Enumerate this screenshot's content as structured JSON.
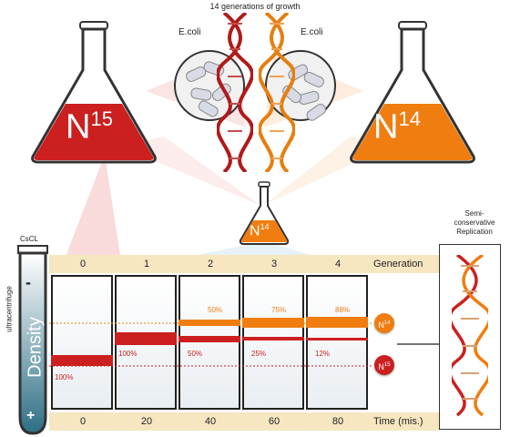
{
  "header": {
    "generations_title": "14 generations of growth"
  },
  "ecoli": {
    "left": "E.coli",
    "right": "E.coli"
  },
  "flasks": {
    "big_left": {
      "base": "N",
      "sup": "15",
      "color": "#cc1f1f"
    },
    "big_right": {
      "base": "N",
      "sup": "14",
      "color": "#f07d10"
    },
    "small": {
      "base": "N",
      "sup": "14",
      "color": "#f07d10"
    }
  },
  "tube": {
    "top_label": "CsCL",
    "ultracentrifuge": "ultracentrifuge",
    "density": "Density",
    "minus": "-",
    "plus": "+"
  },
  "table": {
    "generation_header": "Generation",
    "time_header": "Time (mis.)",
    "generations": [
      "0",
      "1",
      "2",
      "3",
      "4"
    ],
    "times": [
      "0",
      "20",
      "40",
      "60",
      "80"
    ],
    "n14_percent": [
      "",
      "",
      "50%",
      "75%",
      "88%"
    ],
    "n15_percent": [
      "100%",
      "100%",
      "50%",
      "25%",
      "12%"
    ],
    "n14_marker": {
      "base": "N",
      "sup": "14"
    },
    "n15_marker": {
      "base": "N",
      "sup": "15"
    }
  },
  "side": {
    "title_line1": "Semi-",
    "title_line2": "conservative",
    "title_line3": "Replication"
  },
  "colors": {
    "red": "#cc1f1f",
    "orange": "#f07d10",
    "strip": "#f6e7c0"
  }
}
